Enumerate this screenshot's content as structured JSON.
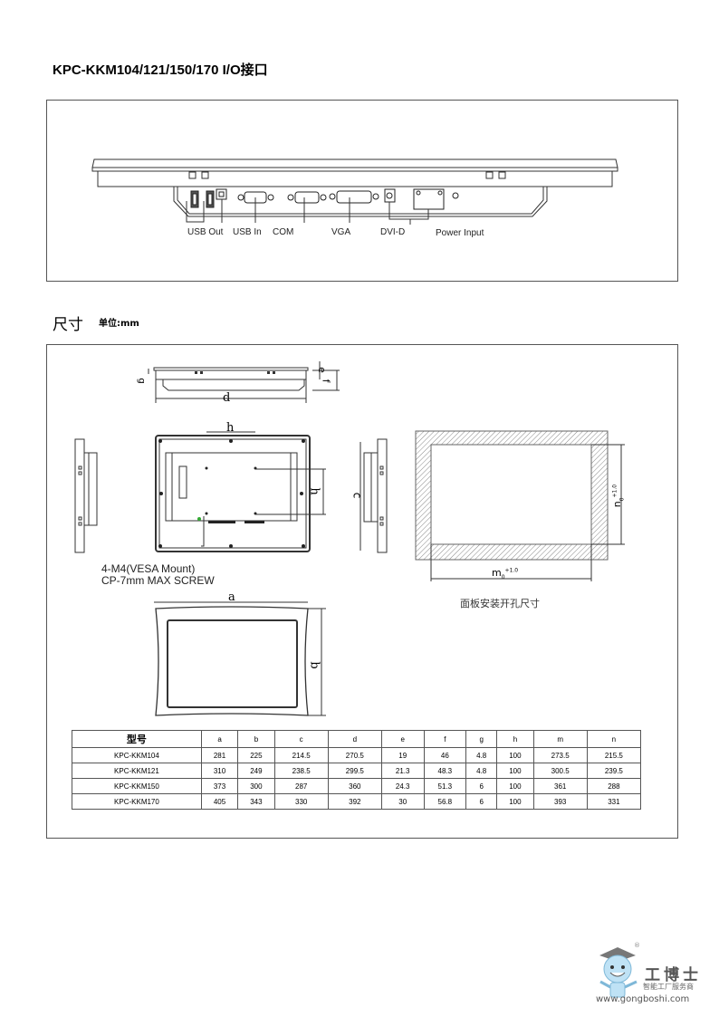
{
  "header": {
    "title": "KPC-KKM104/121/150/170 I/O接口"
  },
  "io_diagram": {
    "ports": [
      {
        "label": "USB Out"
      },
      {
        "label": "USB In"
      },
      {
        "label": "COM"
      },
      {
        "label": "VGA"
      },
      {
        "label": "DVI-D"
      },
      {
        "label": "Power Input"
      }
    ]
  },
  "dimensions": {
    "title": "尺寸",
    "unit": "单位:mm",
    "drawing_labels": {
      "a": "a",
      "b": "b",
      "c": "c",
      "d": "d",
      "e": "e",
      "f": "f",
      "g": "g",
      "h": "h",
      "m": "m",
      "n": "n",
      "tolerance": "+1.0",
      "zero": "0"
    },
    "screw_note_line1": "4-M4(VESA Mount)",
    "screw_note_line2": "CP-7mm MAX SCREW",
    "cutout_caption": "面板安装开孔尺寸"
  },
  "table": {
    "headers": [
      "型号",
      "a",
      "b",
      "c",
      "d",
      "e",
      "f",
      "g",
      "h",
      "m",
      "n"
    ],
    "rows": [
      [
        "KPC-KKM104",
        "281",
        "225",
        "214.5",
        "270.5",
        "19",
        "46",
        "4.8",
        "100",
        "273.5",
        "215.5"
      ],
      [
        "KPC-KKM121",
        "310",
        "249",
        "238.5",
        "299.5",
        "21.3",
        "48.3",
        "4.8",
        "100",
        "300.5",
        "239.5"
      ],
      [
        "KPC-KKM150",
        "373",
        "300",
        "287",
        "360",
        "24.3",
        "51.3",
        "6",
        "100",
        "361",
        "288"
      ],
      [
        "KPC-KKM170",
        "405",
        "343",
        "330",
        "392",
        "30",
        "56.8",
        "6",
        "100",
        "393",
        "331"
      ]
    ]
  },
  "watermark": {
    "brand": "工博士",
    "tagline": "智能工厂服务商",
    "url": "www.gongboshi.com",
    "registered": "®"
  }
}
